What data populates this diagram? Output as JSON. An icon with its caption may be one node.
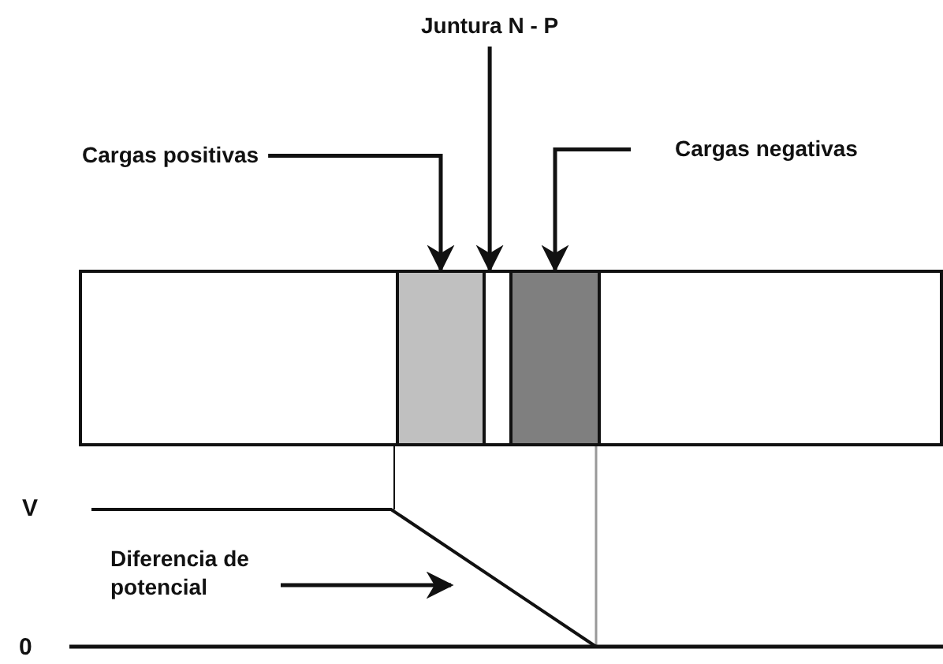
{
  "diagram": {
    "nodes": [
      {
        "text": [
          "Juntura N - P"
        ]
      },
      {
        "text": [
          "Cargas positivas"
        ]
      },
      {
        "text": [
          "Cargas negativas"
        ]
      },
      {
        "text": [],
        "shape": "box"
      },
      {
        "text": [],
        "shape": "box",
        "in": 3
      },
      {
        "text": [],
        "shape": "box",
        "in": 3
      },
      {
        "text": [
          "Diferencia de potencial"
        ]
      }
    ],
    "edges": [
      {
        "from": 0,
        "to": 3,
        "arrow": "to"
      },
      {
        "from": 1,
        "to": 4,
        "arrow": "to"
      },
      {
        "from": 2,
        "to": 5,
        "arrow": "to"
      },
      {
        "from": 6,
        "to": null,
        "arrow": "to"
      }
    ],
    "labels": [
      "V",
      "0"
    ]
  }
}
